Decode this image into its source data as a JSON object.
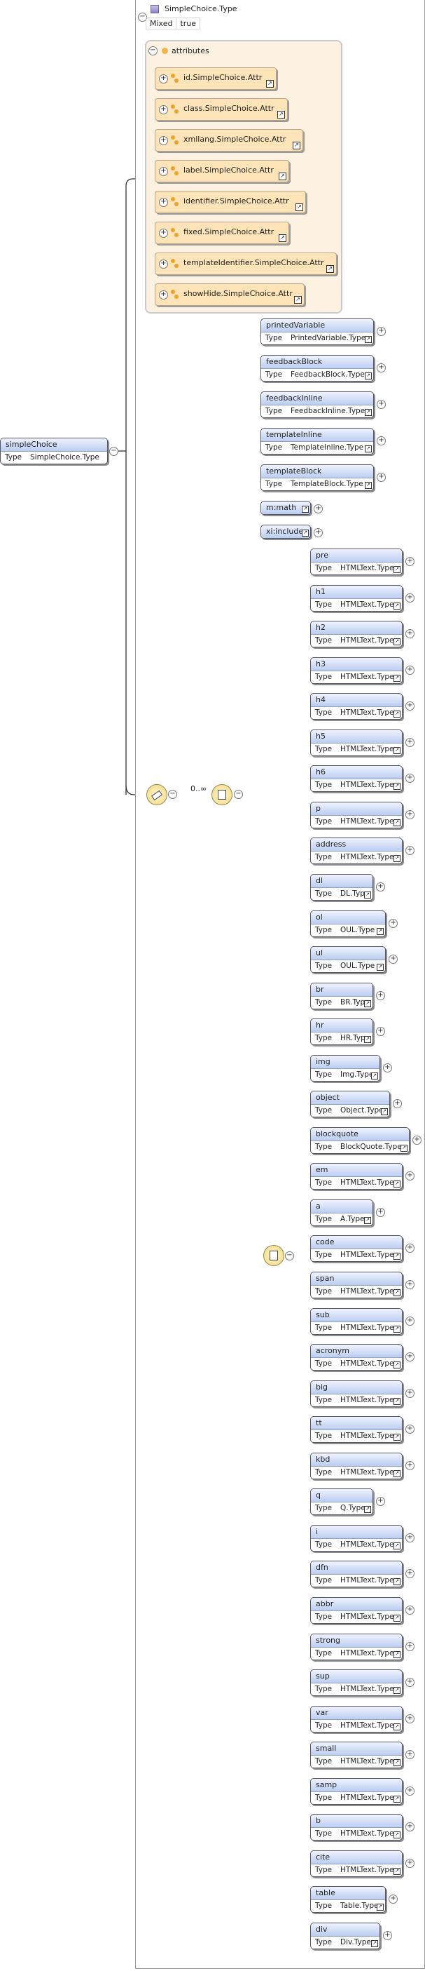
{
  "root": {
    "name": "simpleChoice",
    "type_key": "Type",
    "type": "SimpleChoice.Type"
  },
  "complex_type": {
    "name": "SimpleChoice.Type",
    "mixed_key": "Mixed",
    "mixed_value": "true"
  },
  "attribute_group": {
    "title": "attributes",
    "items": [
      "id.SimpleChoice.Attr",
      "class.SimpleChoice.Attr",
      "xmllang.SimpleChoice.Attr",
      "label.SimpleChoice.Attr",
      "identifier.SimpleChoice.Attr",
      "fixed.SimpleChoice.Attr",
      "templateIdentifier.SimpleChoice.Attr",
      "showHide.SimpleChoice.Attr"
    ]
  },
  "sequence": {
    "occurrence": "0..∞"
  },
  "choice_elements": [
    {
      "name": "printedVariable",
      "type": "PrintedVariable.Type"
    },
    {
      "name": "feedbackBlock",
      "type": "FeedbackBlock.Type"
    },
    {
      "name": "feedbackInline",
      "type": "FeedbackInline.Type"
    },
    {
      "name": "templateInline",
      "type": "TemplateInline.Type"
    },
    {
      "name": "templateBlock",
      "type": "TemplateBlock.Type"
    },
    {
      "name": "m:math"
    },
    {
      "name": "xi:include"
    }
  ],
  "html_elements": [
    {
      "name": "pre",
      "type": "HTMLText.Type"
    },
    {
      "name": "h1",
      "type": "HTMLText.Type"
    },
    {
      "name": "h2",
      "type": "HTMLText.Type"
    },
    {
      "name": "h3",
      "type": "HTMLText.Type"
    },
    {
      "name": "h4",
      "type": "HTMLText.Type"
    },
    {
      "name": "h5",
      "type": "HTMLText.Type"
    },
    {
      "name": "h6",
      "type": "HTMLText.Type"
    },
    {
      "name": "p",
      "type": "HTMLText.Type"
    },
    {
      "name": "address",
      "type": "HTMLText.Type"
    },
    {
      "name": "dl",
      "type": "DL.Type"
    },
    {
      "name": "ol",
      "type": "OUL.Type"
    },
    {
      "name": "ul",
      "type": "OUL.Type"
    },
    {
      "name": "br",
      "type": "BR.Type"
    },
    {
      "name": "hr",
      "type": "HR.Type"
    },
    {
      "name": "img",
      "type": "Img.Type"
    },
    {
      "name": "object",
      "type": "Object.Type"
    },
    {
      "name": "blockquote",
      "type": "BlockQuote.Type"
    },
    {
      "name": "em",
      "type": "HTMLText.Type"
    },
    {
      "name": "a",
      "type": "A.Type"
    },
    {
      "name": "code",
      "type": "HTMLText.Type"
    },
    {
      "name": "span",
      "type": "HTMLText.Type"
    },
    {
      "name": "sub",
      "type": "HTMLText.Type"
    },
    {
      "name": "acronym",
      "type": "HTMLText.Type"
    },
    {
      "name": "big",
      "type": "HTMLText.Type"
    },
    {
      "name": "tt",
      "type": "HTMLText.Type"
    },
    {
      "name": "kbd",
      "type": "HTMLText.Type"
    },
    {
      "name": "q",
      "type": "Q.Type"
    },
    {
      "name": "i",
      "type": "HTMLText.Type"
    },
    {
      "name": "dfn",
      "type": "HTMLText.Type"
    },
    {
      "name": "abbr",
      "type": "HTMLText.Type"
    },
    {
      "name": "strong",
      "type": "HTMLText.Type"
    },
    {
      "name": "sup",
      "type": "HTMLText.Type"
    },
    {
      "name": "var",
      "type": "HTMLText.Type"
    },
    {
      "name": "small",
      "type": "HTMLText.Type"
    },
    {
      "name": "samp",
      "type": "HTMLText.Type"
    },
    {
      "name": "b",
      "type": "HTMLText.Type"
    },
    {
      "name": "cite",
      "type": "HTMLText.Type"
    },
    {
      "name": "table",
      "type": "Table.Type"
    },
    {
      "name": "div",
      "type": "Div.Type"
    }
  ],
  "type_label": "Type",
  "colors": {
    "element_header": "#bccdf0",
    "attribute_fill": "#fde3b8",
    "group_fill": "#fdf2e1",
    "compositor": "#f3d67a"
  }
}
